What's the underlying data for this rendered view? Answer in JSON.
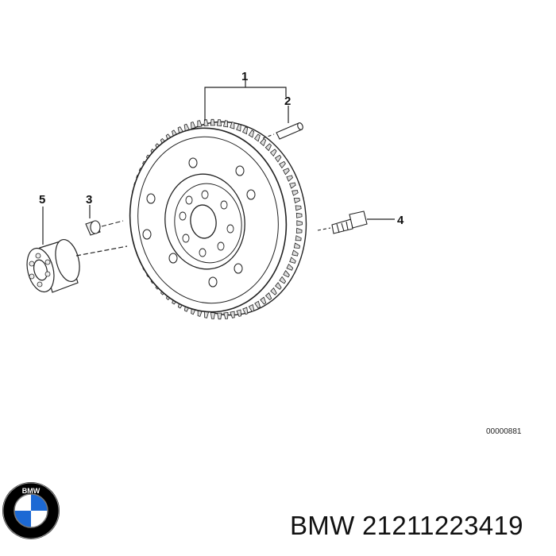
{
  "callouts": {
    "c1": "1",
    "c2": "2",
    "c3": "3",
    "c4": "4",
    "c5": "5"
  },
  "reference_number": "00000881",
  "footer": {
    "text": "BMW 21211223419"
  },
  "logo": {
    "name": "bmw-logo",
    "text": "BMW",
    "colors": {
      "blue": "#1c69d4",
      "white": "#ffffff",
      "ring": "#000000"
    }
  }
}
